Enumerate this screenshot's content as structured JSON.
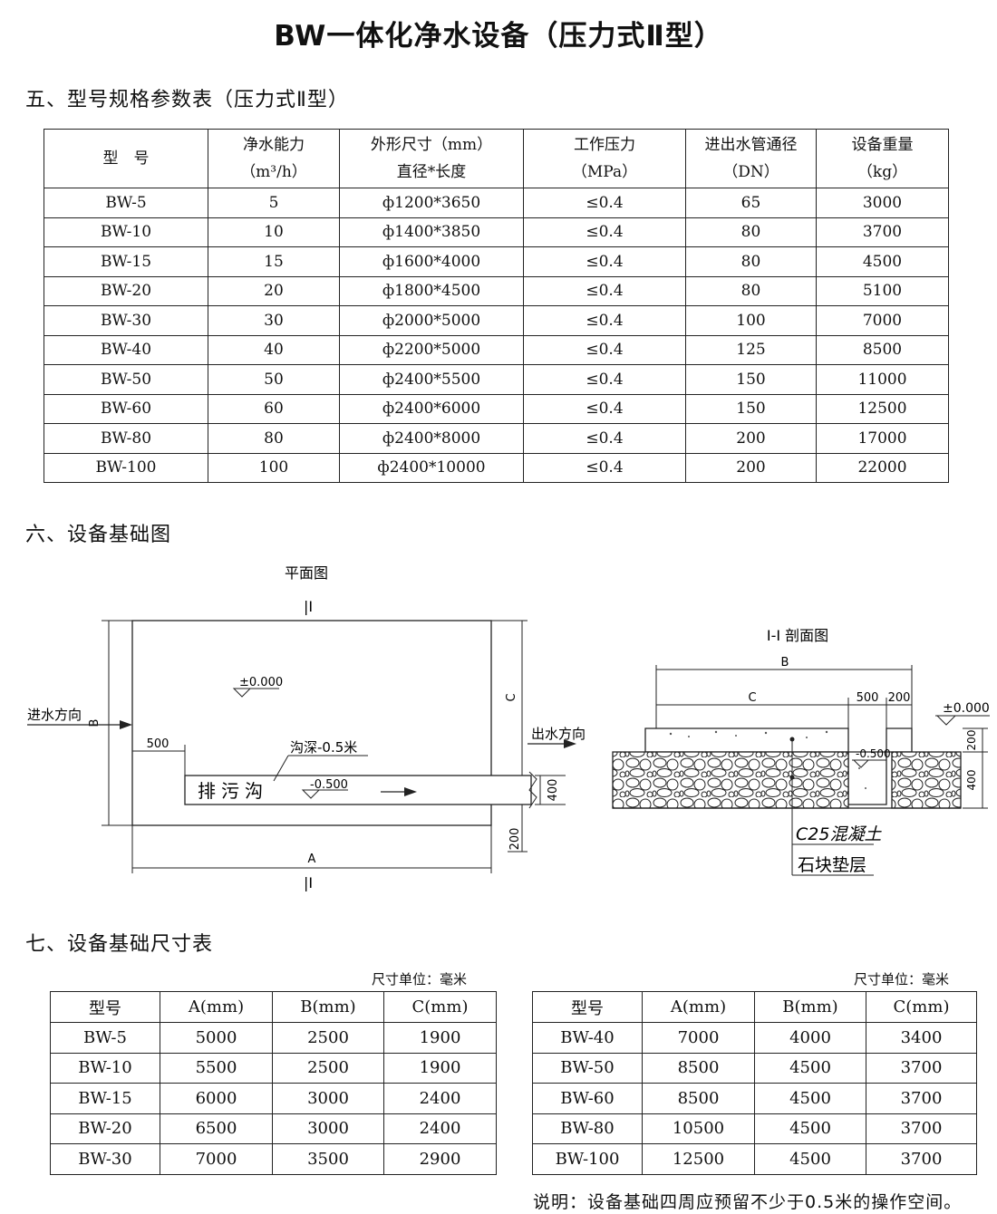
{
  "title": "BW一体化净水设备（压力式Ⅱ型）",
  "sec5": {
    "heading": "五、型号规格参数表（压力式Ⅱ型）",
    "headers": [
      {
        "l1": "型　号",
        "l2": ""
      },
      {
        "l1": "净水能力",
        "l2": "（m³/h）"
      },
      {
        "l1": "外形尺寸（mm）",
        "l2": "直径*长度"
      },
      {
        "l1": "工作压力",
        "l2": "（MPa）"
      },
      {
        "l1": "进出水管通径",
        "l2": "（DN）"
      },
      {
        "l1": "设备重量",
        "l2": "（kg）"
      }
    ],
    "rows": [
      [
        "BW-5",
        "5",
        "ф1200*3650",
        "≤0.4",
        "65",
        "3000"
      ],
      [
        "BW-10",
        "10",
        "ф1400*3850",
        "≤0.4",
        "80",
        "3700"
      ],
      [
        "BW-15",
        "15",
        "ф1600*4000",
        "≤0.4",
        "80",
        "4500"
      ],
      [
        "BW-20",
        "20",
        "ф1800*4500",
        "≤0.4",
        "80",
        "5100"
      ],
      [
        "BW-30",
        "30",
        "ф2000*5000",
        "≤0.4",
        "100",
        "7000"
      ],
      [
        "BW-40",
        "40",
        "ф2200*5000",
        "≤0.4",
        "125",
        "8500"
      ],
      [
        "BW-50",
        "50",
        "ф2400*5500",
        "≤0.4",
        "150",
        "11000"
      ],
      [
        "BW-60",
        "60",
        "ф2400*6000",
        "≤0.4",
        "150",
        "12500"
      ],
      [
        "BW-80",
        "80",
        "ф2400*8000",
        "≤0.4",
        "200",
        "17000"
      ],
      [
        "BW-100",
        "100",
        "ф2400*10000",
        "≤0.4",
        "200",
        "22000"
      ]
    ]
  },
  "sec6": {
    "heading": "六、设备基础图",
    "plan": {
      "title": "平面图",
      "section_mark": "|I",
      "level": "±0.000",
      "inlet": "进水方向",
      "outlet": "出水方向",
      "dim_a": "A",
      "dim_b": "B",
      "dim_c": "C",
      "dim_500": "500",
      "dim_200": "200",
      "dim_400": "400",
      "ditch_depth": "沟深-0.5米",
      "ditch_level": "-0.500",
      "ditch": "排污沟"
    },
    "section": {
      "title": "Ⅰ-Ⅰ 剖面图",
      "dim_b": "B",
      "dim_c": "C",
      "dim_500": "500",
      "dim_200": "200",
      "level": "±0.000",
      "ditch_level": "-0.500",
      "dim_200_v": "200",
      "dim_400_v": "400",
      "concrete": "C25混凝土",
      "stone": "石块垫层"
    }
  },
  "sec7": {
    "heading": "七、设备基础尺寸表",
    "unit_label": "尺寸单位：毫米",
    "headers": [
      "型号",
      "A(mm)",
      "B(mm)",
      "C(mm)"
    ],
    "left_rows": [
      [
        "BW-5",
        "5000",
        "2500",
        "1900"
      ],
      [
        "BW-10",
        "5500",
        "2500",
        "1900"
      ],
      [
        "BW-15",
        "6000",
        "3000",
        "2400"
      ],
      [
        "BW-20",
        "6500",
        "3000",
        "2400"
      ],
      [
        "BW-30",
        "7000",
        "3500",
        "2900"
      ]
    ],
    "right_rows": [
      [
        "BW-40",
        "7000",
        "4000",
        "3400"
      ],
      [
        "BW-50",
        "8500",
        "4500",
        "3700"
      ],
      [
        "BW-60",
        "8500",
        "4500",
        "3700"
      ],
      [
        "BW-80",
        "10500",
        "4500",
        "3700"
      ],
      [
        "BW-100",
        "12500",
        "4500",
        "3700"
      ]
    ],
    "note": "说明：设备基础四周应预留不少于0.5米的操作空间。"
  }
}
